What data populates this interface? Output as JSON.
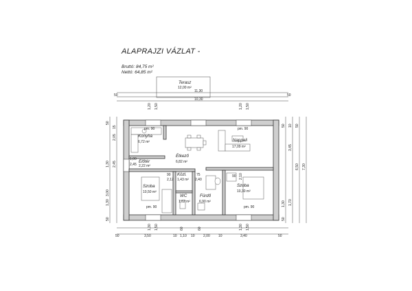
{
  "title": "ALAPRAJZI VÁZLAT -",
  "gross_area": "Bruttó: 84,75 m²",
  "net_area": "Nettó: 64,85 m²",
  "terrace": {
    "name": "Terasz",
    "area": "12,00 m²"
  },
  "rooms": {
    "kitchen": {
      "name": "Konyha",
      "area": "6,72 m²"
    },
    "hall": {
      "name": "Előtér",
      "area": "2,22 m²"
    },
    "dining": {
      "name": "Étkező",
      "area": "6,82 m²"
    },
    "living": {
      "name": "Nappali",
      "area": "17,09 m²"
    },
    "corridor": {
      "name": "Közl.",
      "area": "1,43 m²"
    },
    "room_left": {
      "name": "Szoba",
      "area": "10,50 m²"
    },
    "room_right": {
      "name": "Szoba",
      "area": "10,30 m²"
    },
    "wc": {
      "name": "WC",
      "area": "1,62 m²"
    },
    "bath": {
      "name": "Fürdő",
      "area": "6,90 m²"
    }
  },
  "labels": {
    "pm90": "pm. 90",
    "d90": "90",
    "d75": "75",
    "d240": "2,40",
    "d210": "2,10",
    "d245": "2,45",
    "d100": "1,00",
    "d212": "2,12"
  },
  "dims_top": {
    "overall": "11,30",
    "inner": "10,30",
    "edge": "50",
    "w120": "1,20",
    "w150": "1,50"
  },
  "dims_bottom": {
    "row1": [
      "1,30",
      "1,50",
      "60",
      "60",
      "1,30",
      "1,50"
    ],
    "row2": [
      "50",
      "3,50",
      "10",
      "1,10",
      "10",
      "2,00",
      "10",
      "3,40",
      "50"
    ]
  },
  "dims_left": [
    "50",
    "15",
    "2,05",
    "1,30",
    "2,45",
    "1,30",
    "3,00",
    "50"
  ],
  "dims_right": [
    "50",
    "10",
    "50",
    "3,45",
    "6,50",
    "7,30",
    "1,70",
    "1,30",
    "50"
  ]
}
